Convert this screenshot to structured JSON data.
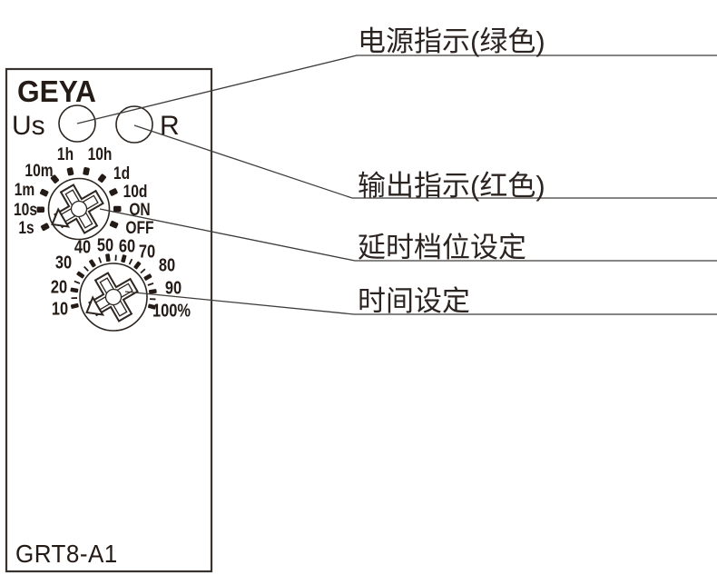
{
  "panel": {
    "brand": "GEYA",
    "model": "GRT8-A1",
    "power_led_label": "Us",
    "output_led_label": "R"
  },
  "dial_time_range": {
    "labels": [
      "1s",
      "10s",
      "1m",
      "10m",
      "1h",
      "10h",
      "1d",
      "10d",
      "ON",
      "OFF"
    ]
  },
  "dial_time_scale": {
    "labels": [
      "10",
      "20",
      "30",
      "40",
      "50",
      "60",
      "70",
      "80",
      "90",
      "100%"
    ]
  },
  "annotations": {
    "power": "电源指示(绿色)",
    "output": "输出指示(红色)",
    "range": "延时档位设定",
    "time": "时间设定"
  },
  "colors": {
    "ink": "#241b16",
    "leader_line": "#3f3c3a"
  }
}
